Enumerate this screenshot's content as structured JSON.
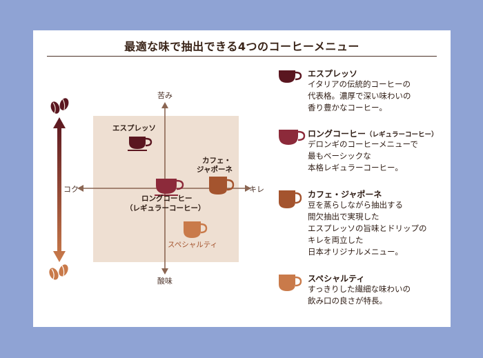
{
  "title": "最適な味で抽出できる4つのコーヒーメニュー",
  "axes": {
    "top": "苦み",
    "bottom": "酸味",
    "left": "コク",
    "right": "キレ"
  },
  "map_labels": {
    "espresso": "エスプレッソ",
    "caffe_line1": "カフェ・",
    "caffe_line2": "ジャポーネ",
    "long_line1": "ロングコーヒー",
    "long_line2": "（レギュラーコーヒー）",
    "specialty": "スペシャルティ"
  },
  "legend": [
    {
      "name": "エスプレッソ",
      "name_suffix": "",
      "color": "#5a1620",
      "lines": [
        "イタリアの伝統的コーヒーの",
        "代表格。濃厚で深い味わいの",
        "香り豊かなコーヒー。"
      ]
    },
    {
      "name": "ロングコーヒー",
      "name_suffix": "（レギュラーコーヒー）",
      "color": "#8c2a3a",
      "lines": [
        "デロンギのコーヒーメニューで",
        "最もベーシックな",
        "本格レギュラーコーヒー。"
      ]
    },
    {
      "name": "カフェ・ジャポーネ",
      "name_suffix": "",
      "color": "#a4542e",
      "lines": [
        "豆を蒸らしながら抽出する",
        "間欠抽出で実現した",
        "エスプレッソの旨味とドリップの",
        "キレを両立した",
        "日本オリジナルメニュー。"
      ]
    },
    {
      "name": "スペシャルティ",
      "name_suffix": "",
      "color": "#c97a4a",
      "lines": [
        "すっきりした繊細な味わいの",
        "飲み口の良さが特長。"
      ]
    }
  ],
  "colors": {
    "espresso": "#5a1620",
    "long": "#8c2a3a",
    "caffe": "#a4542e",
    "specialty": "#c97a4a",
    "quadrant": "#eedfd2",
    "frame": "#8fa3d4"
  }
}
